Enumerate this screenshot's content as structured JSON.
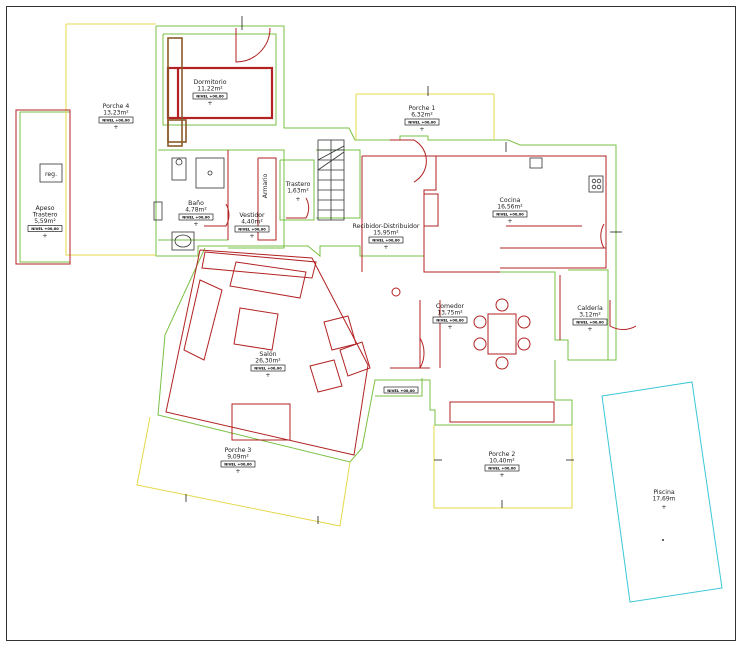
{
  "rooms": [
    {
      "key": "porche4",
      "name": "Porche 4",
      "area": "13,23m²",
      "nivel": "NIVEL +00,00"
    },
    {
      "key": "dormitorio",
      "name": "Dormitorio",
      "area": "11,22m²",
      "nivel": "NIVEL +00,00"
    },
    {
      "key": "porche1",
      "name": "Porche 1",
      "area": "6,32m²",
      "nivel": "NIVEL +00,00"
    },
    {
      "key": "apeo",
      "name": "Apeso Trastero",
      "area": "5,59m²",
      "nivel": "NIVEL +00,00"
    },
    {
      "key": "bano",
      "name": "Baño",
      "area": "4,78m²",
      "nivel": "NIVEL +00,00"
    },
    {
      "key": "vestidor",
      "name": "Vestidor",
      "area": "4,40m²",
      "nivel": "NIVEL +00,00"
    },
    {
      "key": "trastero",
      "name": "Trastero",
      "area": "1,63m²",
      "nivel": ""
    },
    {
      "key": "recibidor",
      "name": "Recibidor-Distribuidor",
      "area": "15,95m²",
      "nivel": "NIVEL +00,00"
    },
    {
      "key": "cocina",
      "name": "Cocina",
      "area": "16,56m²",
      "nivel": "NIVEL +00,00"
    },
    {
      "key": "comedor",
      "name": "Comedor",
      "area": "13,75m²",
      "nivel": "NIVEL +00,00"
    },
    {
      "key": "caldera",
      "name": "Caldería",
      "area": "3,12m²",
      "nivel": "NIVEL +00,00"
    },
    {
      "key": "salon",
      "name": "Salón",
      "area": "26,30m²",
      "nivel": "NIVEL +00,00"
    },
    {
      "key": "porche3",
      "name": "Porche 3",
      "area": "9,09m²",
      "nivel": "NIVEL +00,00"
    },
    {
      "key": "porche2",
      "name": "Porche 2",
      "area": "10,40m²",
      "nivel": "NIVEL +00,00"
    },
    {
      "key": "piscina",
      "name": "Piscina",
      "area": "17,69m",
      "nivel": ""
    }
  ],
  "labels": {
    "reg": "reg.",
    "armario": "Armario",
    "entrance_nivel": "NIVEL +00,00"
  },
  "colors": {
    "exterior_wall": "#7ac143",
    "porch_edge": "#e6d84a",
    "interior_wall": "#b22222",
    "furniture": "#8b5a2b",
    "pool": "#3cc8d8"
  }
}
